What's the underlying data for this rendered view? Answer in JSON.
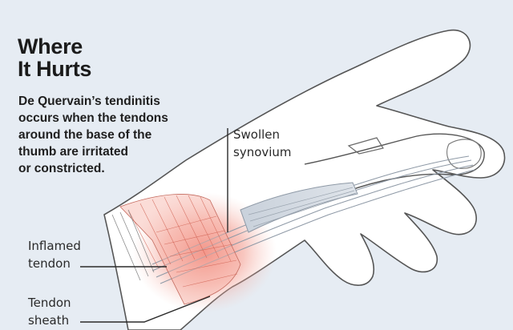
{
  "heading": {
    "line1": "Where",
    "line2": "It Hurts"
  },
  "description": {
    "line1": "De Quervain’s tendinitis",
    "line2": "occurs when the tendons",
    "line3": "around the base of the",
    "line4": "thumb are irritated",
    "line5": "or constricted."
  },
  "labels": {
    "swollen_synovium": {
      "line1": "Swollen",
      "line2": "synovium"
    },
    "inflamed_tendon": {
      "line1": "Inflamed",
      "line2": "tendon"
    },
    "tendon_sheath": {
      "line1": "Tendon",
      "line2": "sheath"
    }
  },
  "colors": {
    "background": "#e6ecf3",
    "hand_fill": "#ffffff",
    "hand_outline": "#555555",
    "inflammation": "#ef6b5b",
    "tendon_fill": "#cfd6df"
  }
}
